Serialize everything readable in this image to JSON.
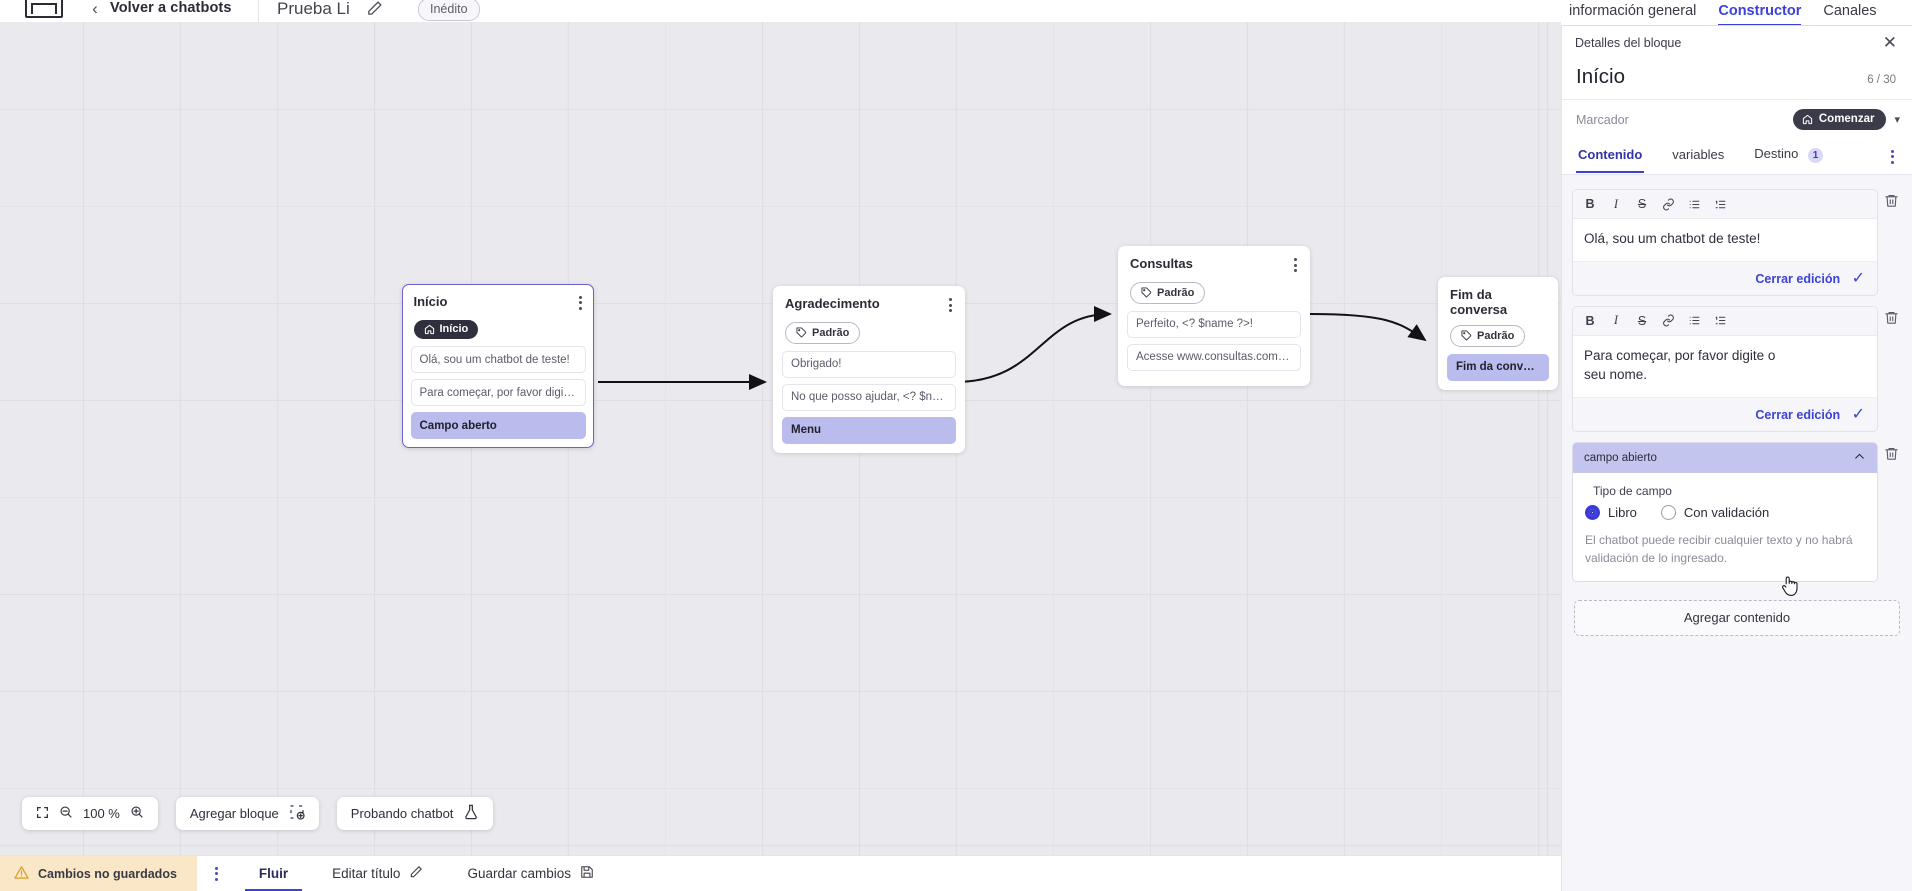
{
  "topbar": {
    "logo_name": "app-logo",
    "back_label": "Volver a chatbots",
    "bot_title": "Prueba Li",
    "status_badge": "Inédito"
  },
  "right_tabs": [
    {
      "label": "información general",
      "active": false
    },
    {
      "label": "Constructor",
      "active": true
    },
    {
      "label": "Canales",
      "active": false
    }
  ],
  "canvas": {
    "zoom_level": "100 %",
    "add_block_label": "Agregar bloque",
    "test_bot_label": "Probando chatbot",
    "nodes": [
      {
        "title": "Início",
        "tag": "Início",
        "tag_type": "start",
        "selected": true,
        "rows": [
          {
            "text": "Olá, sou um chatbot de teste!",
            "selected": false
          },
          {
            "text": "Para começar, por favor digite o ...",
            "selected": false
          },
          {
            "text": "Campo aberto",
            "selected": true
          }
        ]
      },
      {
        "title": "Agradecimento",
        "tag": "Padrão",
        "tag_type": "default",
        "selected": false,
        "rows": [
          {
            "text": "Obrigado!",
            "selected": false
          },
          {
            "text": "No que posso ajudar, <? $name ...",
            "selected": false
          },
          {
            "text": "Menu",
            "selected": true
          }
        ]
      },
      {
        "title": "Consultas",
        "tag": "Padrão",
        "tag_type": "default",
        "selected": false,
        "rows": [
          {
            "text": "Perfeito, <? $name ?>!",
            "selected": false
          },
          {
            "text": "Acesse www.consultas.com par...",
            "selected": false
          }
        ]
      },
      {
        "title": "Fim da conversa",
        "tag": "Padrão",
        "tag_type": "default",
        "selected": false,
        "rows": [
          {
            "text": "Fim da conversa",
            "selected": true
          }
        ]
      }
    ]
  },
  "statusbar": {
    "unsaved_label": "Cambios no guardados",
    "flow_label": "Fluir",
    "edit_title_label": "Editar título",
    "save_label": "Guardar cambios"
  },
  "panel": {
    "header_label": "Detalles del bloque",
    "title": "Início",
    "count": "6 / 30",
    "marcador_label": "Marcador",
    "marcador_value": "Comenzar",
    "tabs": [
      {
        "label": "Contenido",
        "active": true,
        "badge": ""
      },
      {
        "label": "variables",
        "active": false,
        "badge": ""
      },
      {
        "label": "Destino",
        "active": false,
        "badge": "1"
      }
    ],
    "rt_tools": [
      "B",
      "I",
      "S",
      "link",
      "ul",
      "ol"
    ],
    "blocks": [
      {
        "kind": "richtext",
        "text": "Olá, sou um chatbot de teste!",
        "close_label": "Cerrar edición"
      },
      {
        "kind": "richtext",
        "text": "Para começar, por favor digite o seu nome.",
        "close_label": "Cerrar edición"
      }
    ],
    "field": {
      "head_label": "campo abierto",
      "type_label": "Tipo de campo",
      "options": [
        {
          "label": "Libro",
          "selected": true
        },
        {
          "label": "Con validación",
          "selected": false
        }
      ],
      "help": "El chatbot puede recibir cualquier texto y no habrá validación de lo ingresado."
    },
    "add_content_label": "Agregar contenido"
  },
  "colors": {
    "accent": "#3b43d6",
    "selected_row": "#b9bcec",
    "field_head": "#c3c5ee",
    "dark_pill": "#3b3b4a",
    "unsaved_bg": "#fae7c8",
    "canvas_bg": "#e9e9ee"
  }
}
